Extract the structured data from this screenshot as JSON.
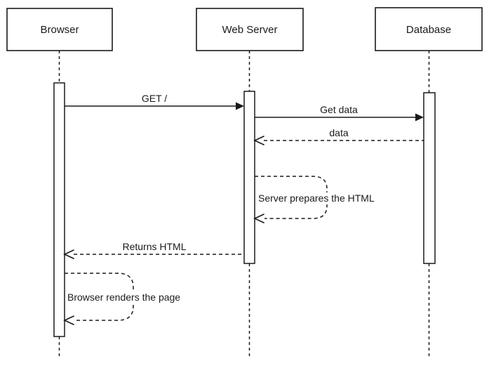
{
  "diagram": {
    "type": "uml-sequence",
    "background_color": "#ffffff",
    "line_color": "#1a1a1a",
    "actors": [
      {
        "label": "Browser"
      },
      {
        "label": "Web Server"
      },
      {
        "label": "Database"
      }
    ],
    "messages": [
      {
        "label": "GET /",
        "from": "Browser",
        "to": "Web Server",
        "line": "solid",
        "arrow": "filled",
        "self": false
      },
      {
        "label": "Get data",
        "from": "Web Server",
        "to": "Database",
        "line": "solid",
        "arrow": "filled",
        "self": false
      },
      {
        "label": "data",
        "from": "Database",
        "to": "Web Server",
        "line": "dashed",
        "arrow": "open",
        "self": false
      },
      {
        "label": "Server prepares the HTML",
        "from": "Web Server",
        "to": "Web Server",
        "line": "dashed",
        "arrow": "open",
        "self": true
      },
      {
        "label": "Returns HTML",
        "from": "Web Server",
        "to": "Browser",
        "line": "dashed",
        "arrow": "open",
        "self": false
      },
      {
        "label": "Browser renders the page",
        "from": "Browser",
        "to": "Browser",
        "line": "dashed",
        "arrow": "open",
        "self": true
      }
    ]
  }
}
